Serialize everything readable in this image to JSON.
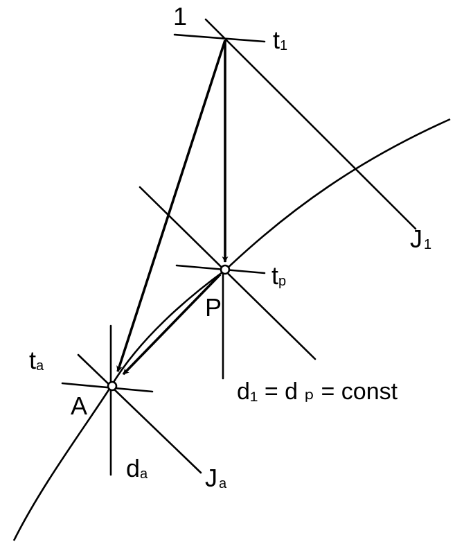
{
  "labels": {
    "point1": "1",
    "t": "t",
    "j": "J",
    "P": "P",
    "A": "A",
    "d": "d",
    "sub1": "1",
    "subp": "p",
    "suba": "a",
    "equation": "d₁ = d ₚ = const"
  }
}
